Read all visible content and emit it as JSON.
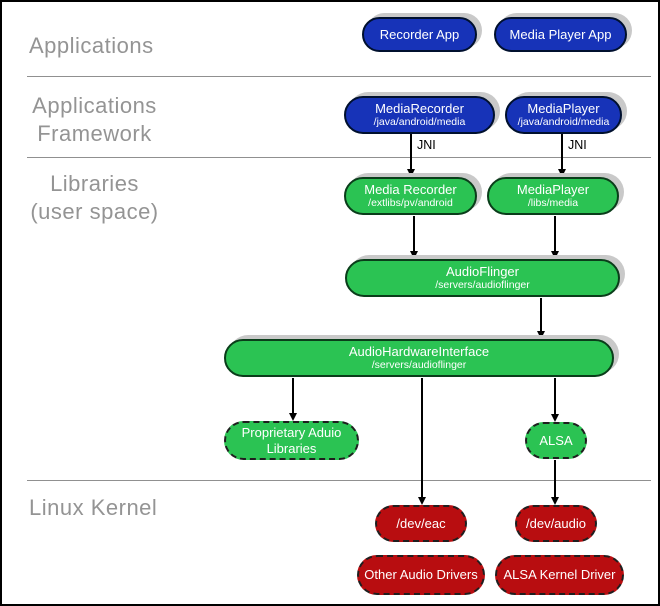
{
  "sections": {
    "applications": {
      "label": "Applications"
    },
    "framework": {
      "line1": "Applications",
      "line2": "Framework"
    },
    "libraries": {
      "line1": "Libraries",
      "line2": "(user space)"
    },
    "kernel": {
      "label": "Linux Kernel"
    }
  },
  "boxes": {
    "recorder_app": {
      "title": "Recorder App"
    },
    "media_player_app": {
      "title": "Media Player App"
    },
    "media_recorder_fw": {
      "title": "MediaRecorder",
      "subtitle": "/java/android/media"
    },
    "media_player_fw": {
      "title": "MediaPlayer",
      "subtitle": "/java/android/media"
    },
    "media_recorder_lib": {
      "title": "Media Recorder",
      "subtitle": "/extlibs/pv/android"
    },
    "media_player_lib": {
      "title": "MediaPlayer",
      "subtitle": "/libs/media"
    },
    "audio_flinger": {
      "title": "AudioFlinger",
      "subtitle": "/servers/audioflinger"
    },
    "audio_hw_interface": {
      "title": "AudioHardwareInterface",
      "subtitle": "/servers/audioflinger"
    },
    "proprietary_audio": {
      "line1": "Proprietary Aduio",
      "line2": "Libraries"
    },
    "alsa": {
      "title": "ALSA"
    },
    "dev_eac": {
      "title": "/dev/eac"
    },
    "dev_audio": {
      "title": "/dev/audio"
    },
    "other_audio_drivers": {
      "title": "Other Audio Drivers"
    },
    "alsa_kernel_driver": {
      "title": "ALSA Kernel Driver"
    }
  },
  "labels": {
    "jni_left": "JNI",
    "jni_right": "JNI"
  },
  "colors": {
    "box_blue": "#1733b8",
    "box_green": "#2bc353",
    "box_red": "#b80d10",
    "shadow_gray": "#c9c9c9",
    "label_gray": "#949494",
    "divider_gray": "#909090"
  }
}
